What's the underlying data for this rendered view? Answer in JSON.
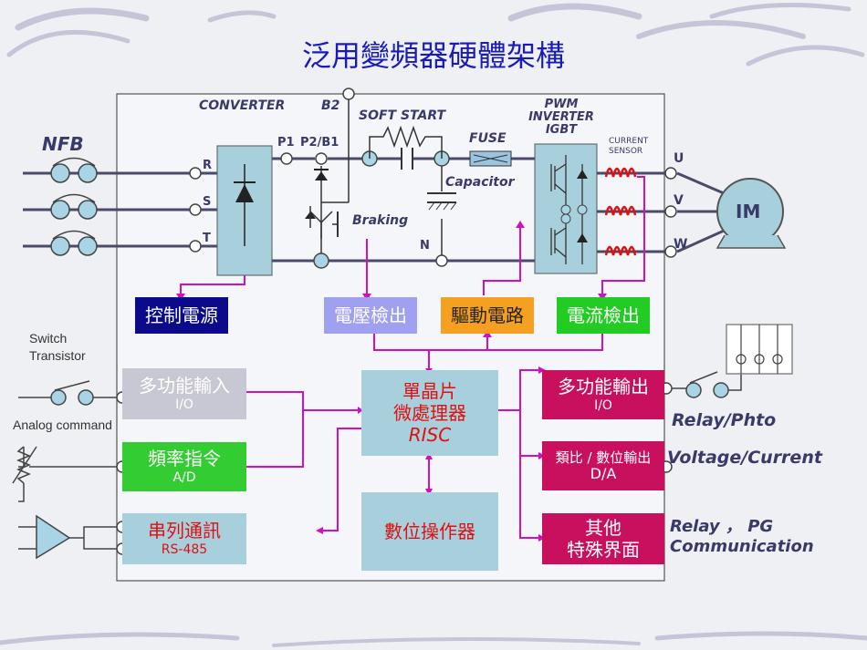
{
  "title": "泛用變頻器硬體架構",
  "power": {
    "converter": "CONVERTER",
    "b2": "B2",
    "soft_start": "SOFT START",
    "pwm_inverter": [
      "PWM",
      "INVERTER",
      "IGBT"
    ],
    "nfb": "NFB",
    "r": "R",
    "s": "S",
    "t": "T",
    "p1": "P1",
    "p2b1": "P2/B1",
    "fuse": "FUSE",
    "capacitor": "Capacitor",
    "braking": "Braking",
    "n": "N",
    "current_sensor": [
      "CURRENT",
      "SENSOR"
    ],
    "u": "U",
    "v": "V",
    "w": "W",
    "motor": "IM"
  },
  "blocks": {
    "control_power": "控制電源",
    "voltage_detect": "電壓檢出",
    "drive_circuit": "驅動電路",
    "current_detect": "電流檢出",
    "mcu_line1": "單晶片",
    "mcu_line2": "微處理器",
    "mcu_line3": "RISC",
    "multi_in": "多功能輸入",
    "multi_in_sub": "I/O",
    "freq_cmd": "頻率指令",
    "freq_cmd_sub": "A/D",
    "serial": "串列通訊",
    "serial_sub": "RS-485",
    "digital_panel": "數位操作器",
    "multi_out": "多功能輸出",
    "multi_out_sub": "I/O",
    "analog_out": "類比 / 數位輸出",
    "analog_out_sub": "D/A",
    "other_line1": "其他",
    "other_line2": "特殊界面"
  },
  "external": {
    "switch_transistor": [
      "Switch",
      "Transistor"
    ],
    "analog_command": "Analog command",
    "relay_photo": "Relay/Phto",
    "voltage_current": "Voltage/Current",
    "relay_pg": "Relay ， PG",
    "communication": "Communication"
  },
  "colors": {
    "title": "#1a1ab8",
    "control_power_bg": "#0a0a8a",
    "voltage_detect_bg": "#a0a0f0",
    "drive_bg": "#f5a020",
    "current_detect_bg": "#22cc22",
    "mcu_bg": "#a8d0dc",
    "freq_bg": "#33cc33",
    "serial_bg": "#a8d0dc",
    "out_bg": "#c8105e",
    "signal_line": "#d010c0"
  }
}
